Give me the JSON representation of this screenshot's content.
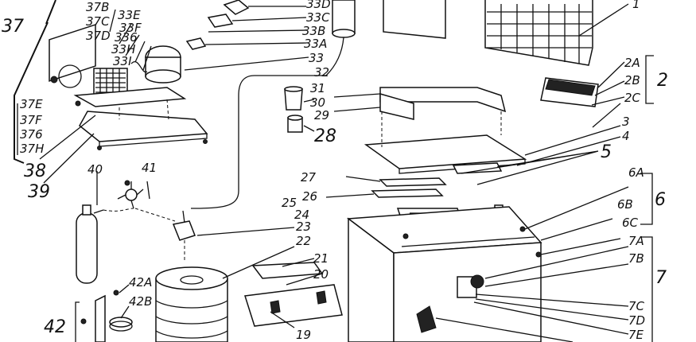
{
  "labels": {
    "l37": "37",
    "l37b": "37B",
    "l37c": "37C",
    "l37d": "37D",
    "l33e": "33E",
    "l33f": "33F",
    "l33g": "336",
    "l33h": "33H",
    "l33i": "33I",
    "l33d": "33D",
    "l33c": "33C",
    "l33b": "33B",
    "l33a": "33A",
    "l33": "33",
    "l32": "32",
    "l1": "1",
    "l2a": "2A",
    "l2b": "2B",
    "l2c": "2C",
    "l2": "2",
    "l31": "31",
    "l30": "30",
    "l29": "29",
    "l28": "28",
    "l3": "3",
    "l4": "4",
    "l5": "5",
    "l37e": "37E",
    "l37f": "37F",
    "l37g": "376",
    "l37h": "37H",
    "l38": "38",
    "l39": "39",
    "l40": "40",
    "l41": "41",
    "l27": "27",
    "l26": "26",
    "l25": "25",
    "l24": "24",
    "l23": "23",
    "l22": "22",
    "l21": "21",
    "l20": "20",
    "l19": "19",
    "l6a": "6A",
    "l6b": "6B",
    "l6c": "6C",
    "l6": "6",
    "l7a": "7A",
    "l7b": "7B",
    "l7c": "7C",
    "l7d": "7D",
    "l7e": "7E",
    "l7": "7",
    "l42": "42",
    "l42a": "42A",
    "l42b": "42B"
  }
}
